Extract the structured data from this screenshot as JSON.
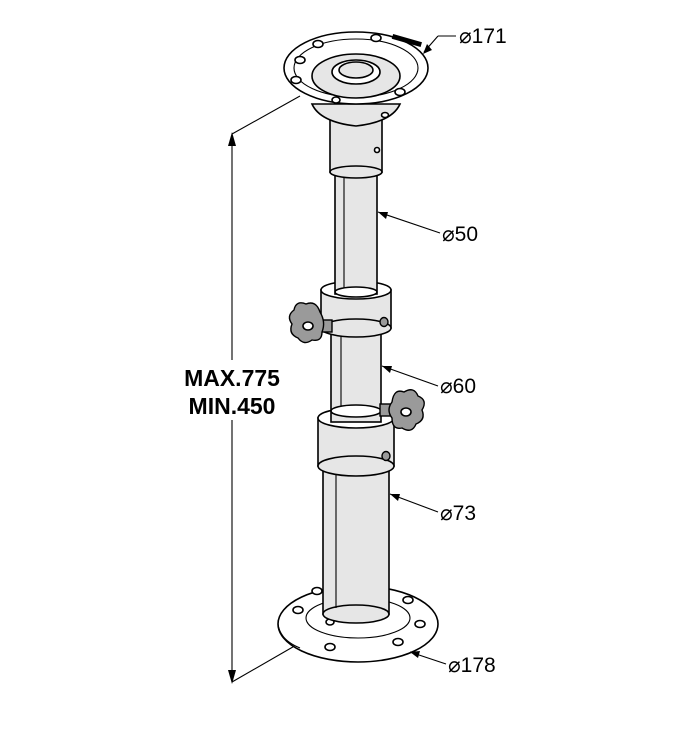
{
  "diagram": {
    "dimensions": {
      "top_plate_diameter": "⌀171",
      "upper_tube_diameter": "⌀50",
      "middle_tube_diameter": "⌀60",
      "lower_tube_diameter": "⌀73",
      "base_plate_diameter": "⌀178"
    },
    "height": {
      "max": "MAX.775",
      "min": "MIN.450"
    },
    "colors": {
      "line": "#000000",
      "background": "#ffffff",
      "knob": "#9a9a9a"
    }
  }
}
